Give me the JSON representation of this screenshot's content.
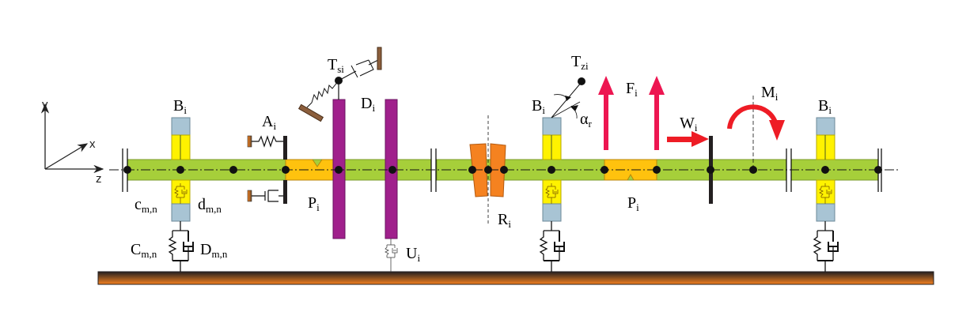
{
  "diagram": {
    "title": "Shaft rotor-bearing dynamic model schematic",
    "axes": {
      "x": "x",
      "y": "y",
      "z": "z"
    },
    "labels": {
      "bearing_1": {
        "main": "B",
        "sub": "i"
      },
      "bearing_2": {
        "main": "B",
        "sub": "i"
      },
      "bearing_3": {
        "main": "B",
        "sub": "i"
      },
      "coupling_A": {
        "main": "A",
        "sub": "i"
      },
      "torsion_Ts": {
        "main": "T",
        "sub": "si"
      },
      "disk_D": {
        "main": "D",
        "sub": "i"
      },
      "pinion_1": {
        "main": "P",
        "sub": "i"
      },
      "pinion_2": {
        "main": "P",
        "sub": "i"
      },
      "unbalance_U": {
        "main": "U",
        "sub": "i"
      },
      "rub_R": {
        "main": "R",
        "sub": "i"
      },
      "torsion_Tz": {
        "main": "T",
        "sub": "zi"
      },
      "alpha": {
        "main": "α",
        "sub": "r"
      },
      "force_F": {
        "main": "F",
        "sub": "i"
      },
      "force_W": {
        "main": "W",
        "sub": "i"
      },
      "moment_M": {
        "main": "M",
        "sub": "i"
      },
      "c_mn": {
        "main": "c",
        "sub": "m,n"
      },
      "d_mn": {
        "main": "d",
        "sub": "m,n"
      },
      "C_mn": {
        "main": "C",
        "sub": "m,n"
      },
      "D_mn": {
        "main": "D",
        "sub": "m,n"
      }
    },
    "colors": {
      "shaft": "#a6cf3a",
      "bearing_outer": "#a8c4d4",
      "bearing_inner": "#fff200",
      "pinion": "#ffc20e",
      "disk": "#a0208c",
      "rub": "#f58220",
      "force": "#ed1651",
      "force_W_M": "#ee1c25",
      "ground_top": "#231f20",
      "ground_bottom": "#f58220",
      "support": "#8b5e3c"
    }
  }
}
